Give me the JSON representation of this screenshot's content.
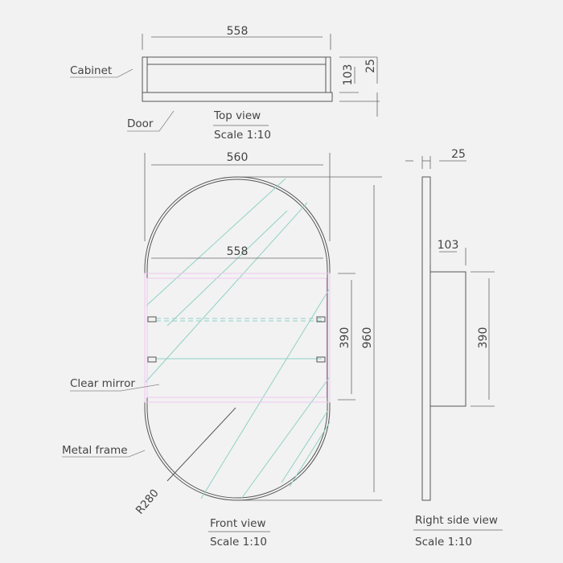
{
  "top_view": {
    "width_dim": "558",
    "depth_dim_cabinet": "103",
    "depth_dim_door": "25",
    "label_cabinet": "Cabinet",
    "label_door": "Door",
    "title": "Top view",
    "scale": "Scale 1:10"
  },
  "front_view": {
    "width_dim": "560",
    "cabinet_width_dim": "558",
    "cabinet_height_dim": "390",
    "height_dim": "960",
    "radius_dim": "R280",
    "label_mirror": "Clear mirror",
    "label_frame": "Metal frame",
    "title": "Front view",
    "scale": "Scale 1:10"
  },
  "side_view": {
    "door_depth_dim": "25",
    "cabinet_depth_dim": "103",
    "cabinet_height_dim": "390",
    "title": "Right side view",
    "scale": "Scale 1:10"
  },
  "colors": {
    "line": "#555555",
    "cabinet_outline": "#f0c8f0",
    "glass": "#8fd1c4"
  }
}
